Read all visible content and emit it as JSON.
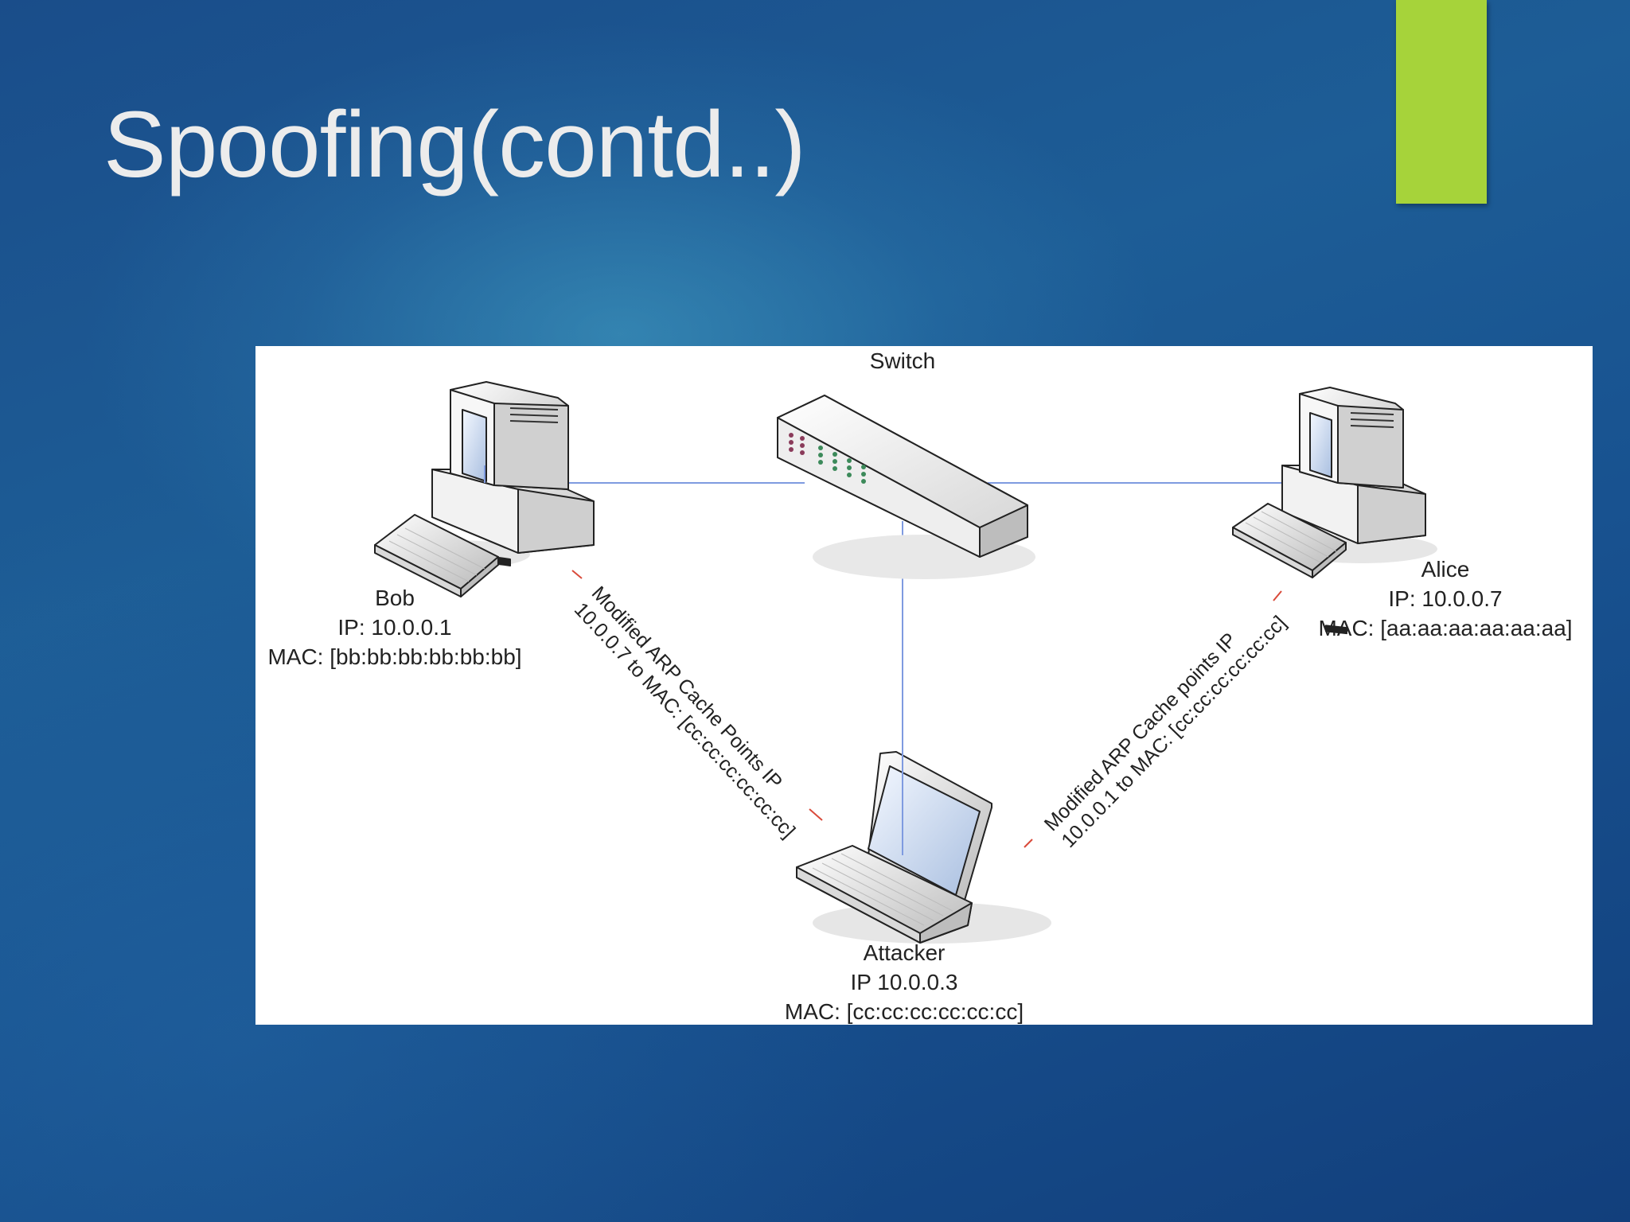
{
  "slide": {
    "title": "Spoofing(contd..)",
    "accent_color": "#a6d33a"
  },
  "diagram": {
    "switch": {
      "label": "Switch",
      "icon": "network-switch-icon"
    },
    "bob": {
      "name": "Bob",
      "ip": "IP: 10.0.0.1",
      "mac": "MAC: [bb:bb:bb:bb:bb:bb]",
      "icon": "desktop-computer-icon"
    },
    "alice": {
      "name": "Alice",
      "ip": "IP: 10.0.0.7",
      "mac": "MAC: [aa:aa:aa:aa:aa:aa]",
      "icon": "desktop-computer-icon"
    },
    "attacker": {
      "name": "Attacker",
      "ip": "IP 10.0.0.3",
      "mac": "MAC: [cc:cc:cc:cc:cc:cc]",
      "icon": "laptop-icon"
    },
    "arp_left": {
      "line1": "Modified ARP Cache Points IP",
      "line2": "10.0.0.7 to MAC: [cc:cc:cc:cc:cc:cc]"
    },
    "arp_right": {
      "line1": "Modified ARP Cache points IP",
      "line2": "10.0.0.1 to MAC: [cc:cc:cc:cc:cc:cc]"
    },
    "link_color": "#7f9be0",
    "arp_color": "#d94a3a"
  }
}
